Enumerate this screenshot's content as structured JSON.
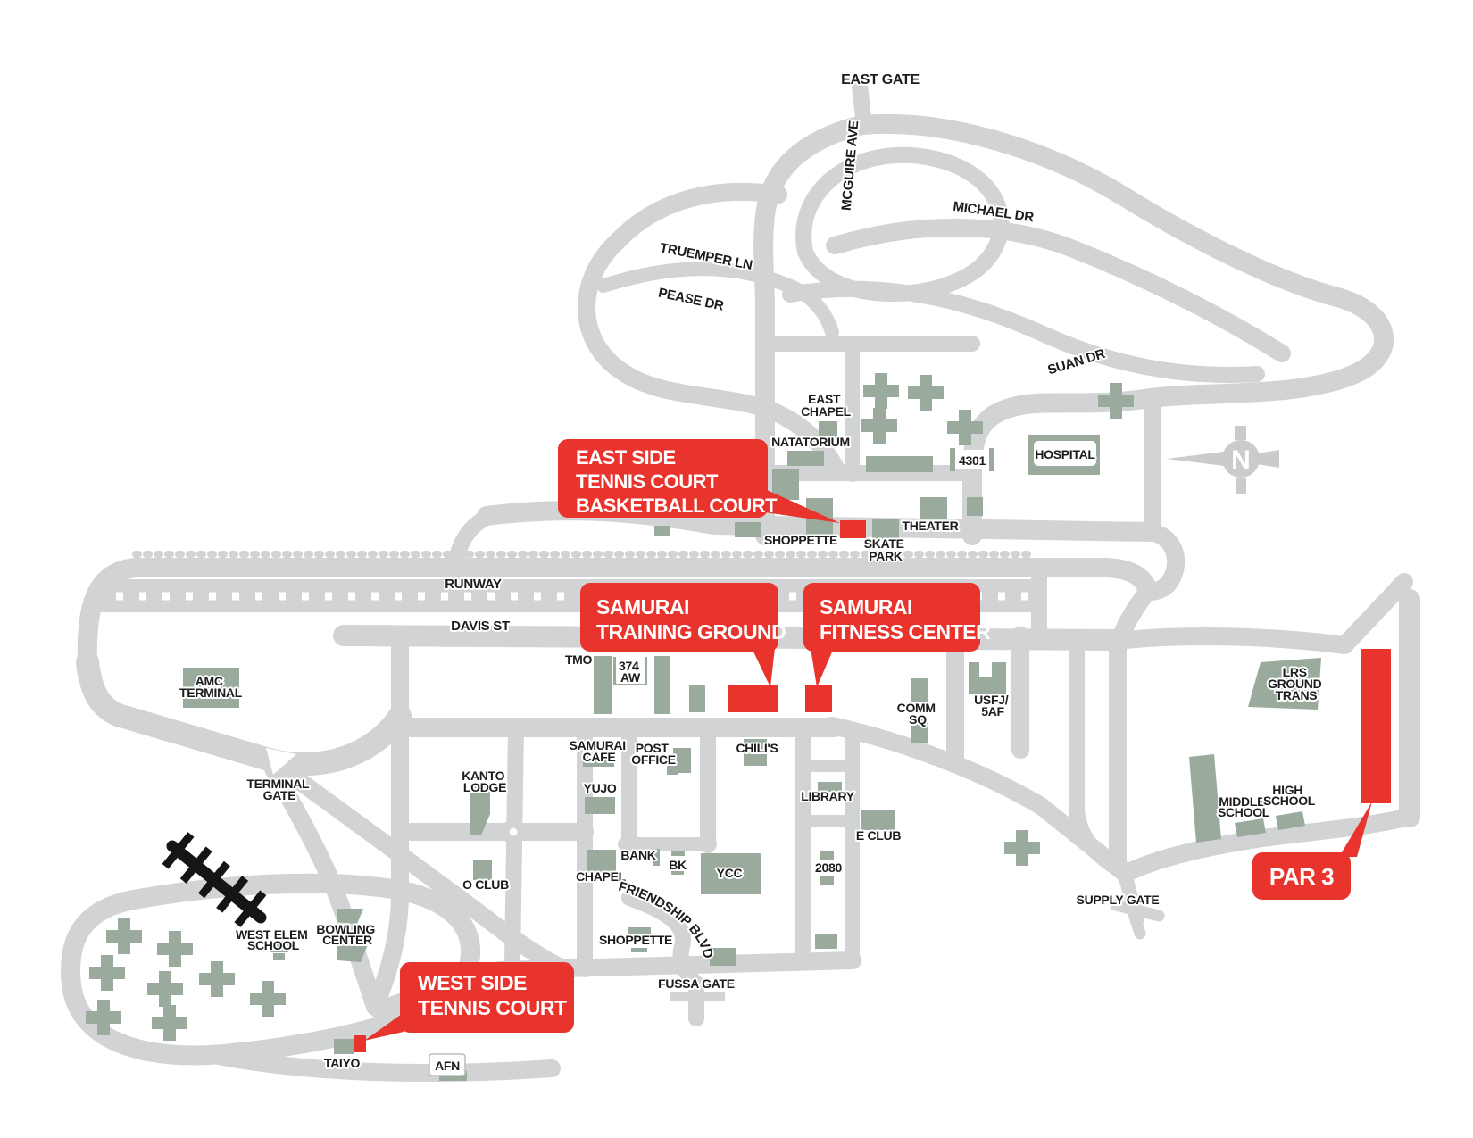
{
  "map": {
    "colors": {
      "road": "#d2d3d4",
      "building": "#9aab9d",
      "accent_red": "#e8342c",
      "text": "#1c1c1c"
    },
    "roads": {
      "east_gate": "EAST GATE",
      "mcguire_ave": "MCGUIRE AVE",
      "michael_dr": "MICHAEL DR",
      "truemper_ln": "TRUEMPER LN",
      "pease_dr": "PEASE DR",
      "suan_dr": "SUAN DR",
      "runway": "RUNWAY",
      "davis_st": "DAVIS ST",
      "friendship_blvd": "FRIENDSHIP BLVD"
    },
    "gates": {
      "terminal_gate": [
        "TERMINAL",
        "GATE"
      ],
      "fussa_gate": "FUSSA GATE",
      "supply_gate": "SUPPLY GATE"
    },
    "facilities": {
      "east_chapel": [
        "EAST",
        "CHAPEL"
      ],
      "natatorium": "NATATORIUM",
      "hospital": "HOSPITAL",
      "bldg_4301": "4301",
      "theater": "THEATER",
      "shoppette_east": "SHOPPETTE",
      "skate_park": [
        "SKATE",
        "PARK"
      ],
      "tmo": "TMO",
      "aw_374": [
        "374",
        "AW"
      ],
      "amc_terminal": [
        "AMC",
        "TERMINAL"
      ],
      "comm_sq": [
        "COMM",
        "SQ"
      ],
      "usfj_5af": [
        "USFJ/",
        "5AF"
      ],
      "lrs_ground_trans": [
        "LRS",
        "GROUND",
        "TRANS"
      ],
      "middle_school": [
        "MIDDLE",
        "SCHOOL"
      ],
      "high_school": [
        "HIGH",
        "SCHOOL"
      ],
      "e_club": "E CLUB",
      "library": "LIBRARY",
      "bldg_2080": "2080",
      "bank": "BANK",
      "bk": "BK",
      "ycc": "YCC",
      "chapel": "CHAPEL",
      "o_club": "O CLUB",
      "kanto_lodge": [
        "KANTO",
        "LODGE"
      ],
      "samurai_cafe": [
        "SAMURAI",
        "CAFE"
      ],
      "yujo": "YUJO",
      "post_office": [
        "POST",
        "OFFICE"
      ],
      "chilis": "CHILI'S",
      "west_elem": [
        "WEST ELEM",
        "SCHOOL"
      ],
      "bowling": [
        "BOWLING",
        "CENTER"
      ],
      "shoppette_south": "SHOPPETTE",
      "taiyo": "TAIYO",
      "afn": "AFN"
    },
    "callouts": {
      "east_side": {
        "lines": [
          "EAST SIDE",
          "TENNIS COURT",
          "BASKETBALL COURT"
        ]
      },
      "training": {
        "lines": [
          "SAMURAI",
          "TRAINING GROUND"
        ]
      },
      "fitness": {
        "lines": [
          "SAMURAI",
          "FITNESS CENTER"
        ]
      },
      "par3": {
        "lines": [
          "PAR 3"
        ]
      },
      "west_side": {
        "lines": [
          "WEST SIDE",
          "TENNIS COURT"
        ]
      }
    },
    "compass": {
      "north": "N"
    }
  }
}
